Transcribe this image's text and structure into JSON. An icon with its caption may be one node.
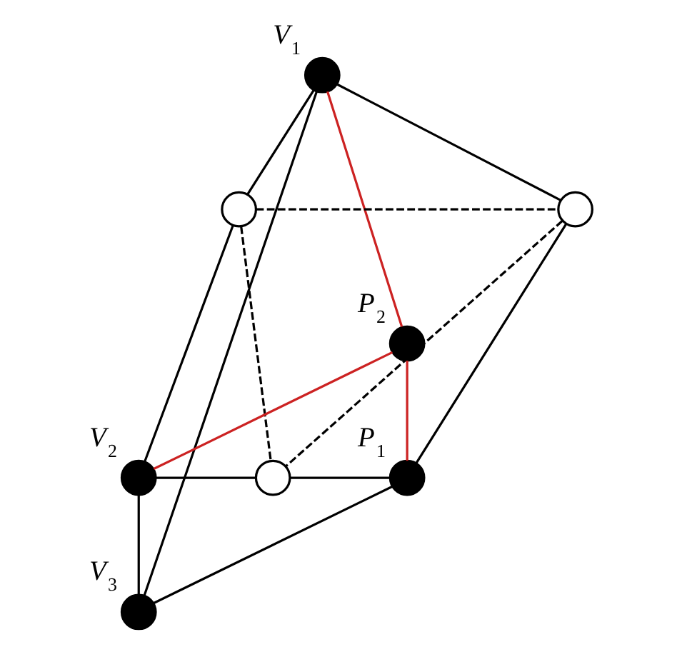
{
  "diagram": {
    "nodes": [
      {
        "text": [],
        "shape": "circle",
        "beside": [
          "V$_{1}$"
        ]
      },
      {
        "text": [],
        "shape": "circle",
        "beside": [
          "V$_{2}$"
        ]
      },
      {
        "text": [],
        "shape": "circle",
        "beside": [
          "V$_{3}$"
        ]
      },
      {
        "text": [],
        "shape": "circle",
        "beside": [
          "P$_{1}$"
        ]
      },
      {
        "text": [],
        "shape": "circle",
        "beside": [
          "P$_{2}$"
        ]
      },
      {
        "text": [],
        "shape": "circle"
      },
      {
        "text": [],
        "shape": "circle"
      },
      {
        "text": [],
        "shape": "circle"
      }
    ],
    "edges": [
      {
        "from": 0,
        "to": 5,
        "arrow": "none"
      },
      {
        "from": 5,
        "to": 1,
        "arrow": "none"
      },
      {
        "from": 0,
        "to": 6,
        "arrow": "none"
      },
      {
        "from": 6,
        "to": 3,
        "arrow": "none"
      },
      {
        "from": 0,
        "to": 2,
        "arrow": "none"
      },
      {
        "from": 0,
        "to": 4,
        "arrow": "none",
        "color": "#cc2222"
      },
      {
        "from": 1,
        "to": 4,
        "arrow": "none",
        "color": "#cc2222"
      },
      {
        "from": 4,
        "to": 3,
        "arrow": "none",
        "color": "#cc2222"
      },
      {
        "from": 1,
        "to": 7,
        "arrow": "none"
      },
      {
        "from": 7,
        "to": 3,
        "arrow": "none"
      },
      {
        "from": 3,
        "to": 2,
        "arrow": "none"
      },
      {
        "from": 1,
        "to": 2,
        "arrow": "none"
      },
      {
        "from": 5,
        "to": 6,
        "arrow": "none",
        "style": "dashed"
      },
      {
        "from": 5,
        "to": 7,
        "arrow": "none",
        "style": "dashed"
      },
      {
        "from": 6,
        "to": 7,
        "arrow": "none",
        "style": "dashed"
      }
    ]
  }
}
